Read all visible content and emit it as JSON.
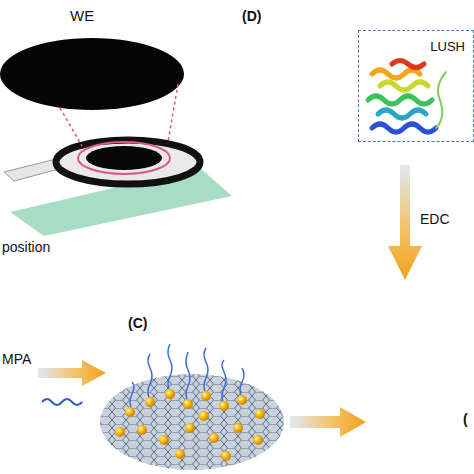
{
  "diagram": {
    "nodes": [
      {
        "text": [
          "LUSH"
        ]
      }
    ],
    "labels": [
      "WE",
      "(D)",
      "position",
      "(C)",
      "MPA",
      "EDC",
      "("
    ]
  }
}
